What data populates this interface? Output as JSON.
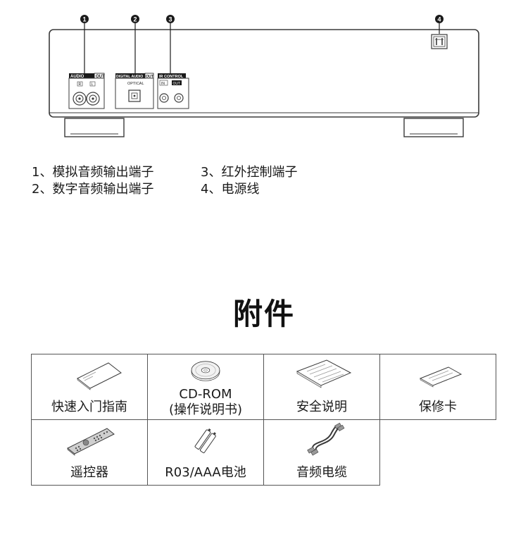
{
  "rear_panel": {
    "markers": [
      "1",
      "2",
      "3",
      "4"
    ],
    "audio_out": {
      "title_left": "AUDIO",
      "title_right": "OUT",
      "r": "R",
      "l": "L"
    },
    "digital_out": {
      "title_left": "DIGITAL AUDIO",
      "title_right": "OUT",
      "optical": "OPTICAL"
    },
    "ir_control": {
      "title": "IR CONTROL",
      "in": "IN",
      "out": "OUT"
    }
  },
  "legend": {
    "items": [
      "1、模拟音频输出端子",
      "2、数字音频输出端子",
      "3、红外控制端子",
      "4、电源线"
    ]
  },
  "accessories": {
    "title": "附件",
    "items": [
      {
        "label": "快速入门指南",
        "icon": "quick-start-guide-icon"
      },
      {
        "label": "CD-ROM",
        "label2": "(操作说明书)",
        "icon": "cd-rom-icon"
      },
      {
        "label": "安全说明",
        "icon": "safety-instructions-icon"
      },
      {
        "label": "保修卡",
        "icon": "warranty-card-icon"
      },
      {
        "label": "遥控器",
        "icon": "remote-control-icon"
      },
      {
        "label": "R03/AAA电池",
        "icon": "battery-icon"
      },
      {
        "label": "音频电缆",
        "icon": "audio-cable-icon"
      }
    ]
  },
  "colors": {
    "line": "#3a3a3a",
    "text": "#1a1a1a",
    "border": "#555555"
  }
}
